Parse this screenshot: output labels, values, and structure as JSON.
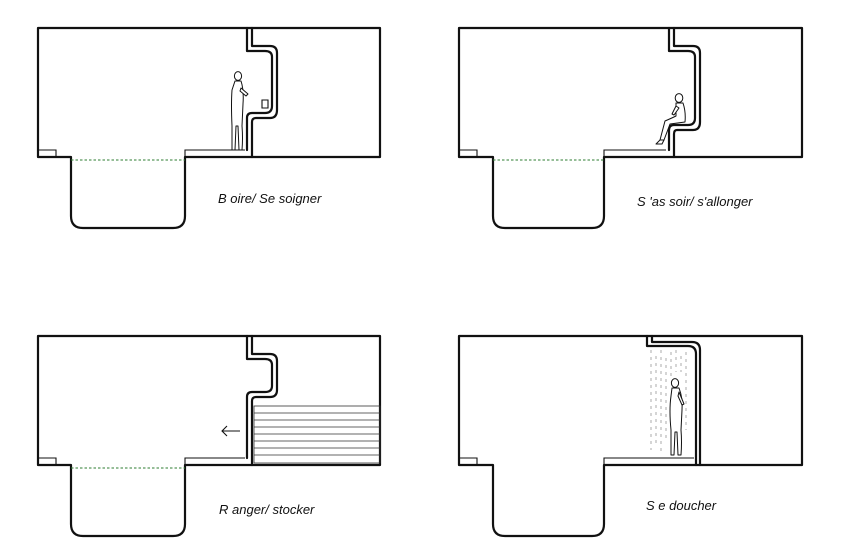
{
  "panels": [
    {
      "id": "drink",
      "label": "B oire/ Se soigner"
    },
    {
      "id": "sit",
      "label": "S 'as soir/ s'allonger"
    },
    {
      "id": "store",
      "label": "R anger/ stocker"
    },
    {
      "id": "shower",
      "label": "S e doucher"
    }
  ]
}
